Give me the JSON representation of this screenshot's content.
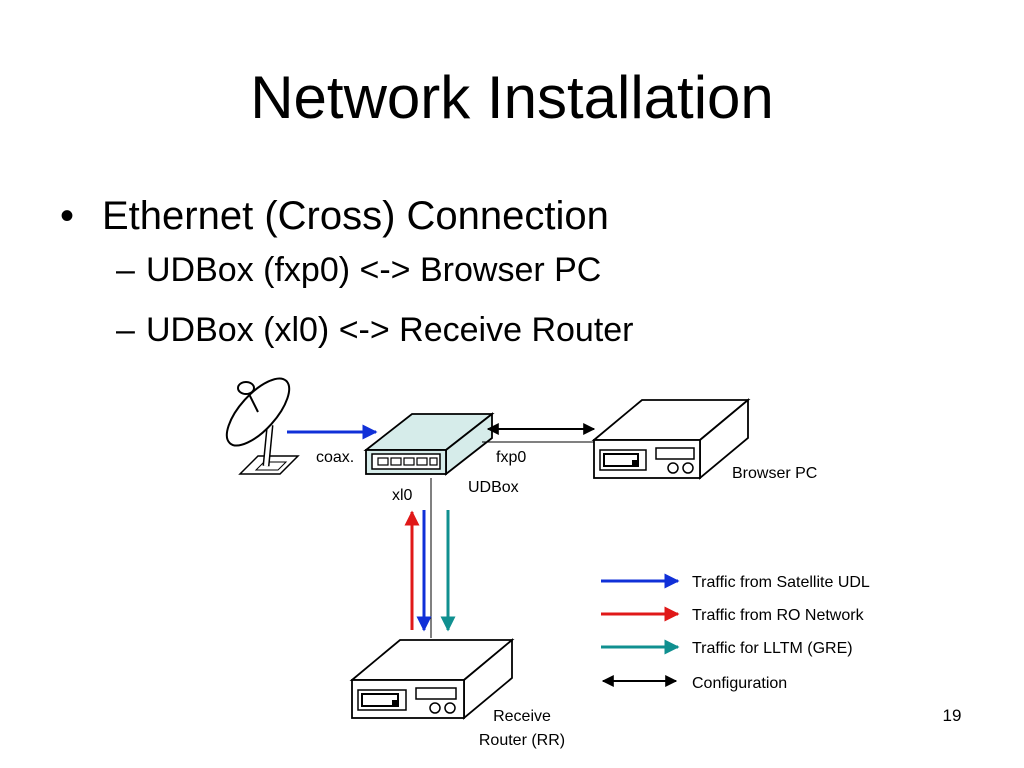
{
  "title": "Network Installation",
  "bullets": [
    {
      "text": "Ethernet (Cross) Connection",
      "subitems": [
        "UDBox (fxp0) <-> Browser PC",
        "UDBox (xl0) <-> Receive Router"
      ]
    }
  ],
  "diagram": {
    "nodes": {
      "satellite_dish": {
        "icon": "satellite-dish-icon"
      },
      "udbox": {
        "label": "UDBox",
        "icon": "udbox-device-icon"
      },
      "browser_pc": {
        "label": "Browser PC",
        "icon": "pc-device-icon"
      },
      "receive_router": {
        "label_line1": "Receive",
        "label_line2": "Router (RR)",
        "icon": "router-device-icon"
      }
    },
    "port_labels": {
      "coax": "coax.",
      "fxp0": "fxp0",
      "xl0": "xl0"
    },
    "edges": [
      {
        "from": "satellite_dish",
        "to": "udbox",
        "via": "coax.",
        "traffic": "satellite_udl"
      },
      {
        "from": "udbox",
        "to": "browser_pc",
        "via": "fxp0",
        "traffic": "configuration",
        "direction": "both"
      },
      {
        "from": "receive_router",
        "to": "udbox",
        "via": "xl0",
        "traffic": "ro_network"
      },
      {
        "from": "udbox",
        "to": "receive_router",
        "via": "xl0",
        "traffic": "satellite_udl"
      },
      {
        "from": "udbox",
        "to": "receive_router",
        "via": "xl0",
        "traffic": "lltm_gre"
      }
    ]
  },
  "legend": [
    {
      "key": "satellite_udl",
      "label": "Traffic from Satellite UDL",
      "color": "#1030d8",
      "style": "single"
    },
    {
      "key": "ro_network",
      "label": "Traffic from RO Network",
      "color": "#e01818",
      "style": "single"
    },
    {
      "key": "lltm_gre",
      "label": "Traffic for LLTM (GRE)",
      "color": "#109090",
      "style": "single"
    },
    {
      "key": "configuration",
      "label": "Configuration",
      "color": "#000000",
      "style": "double"
    }
  ],
  "page_number": "19"
}
